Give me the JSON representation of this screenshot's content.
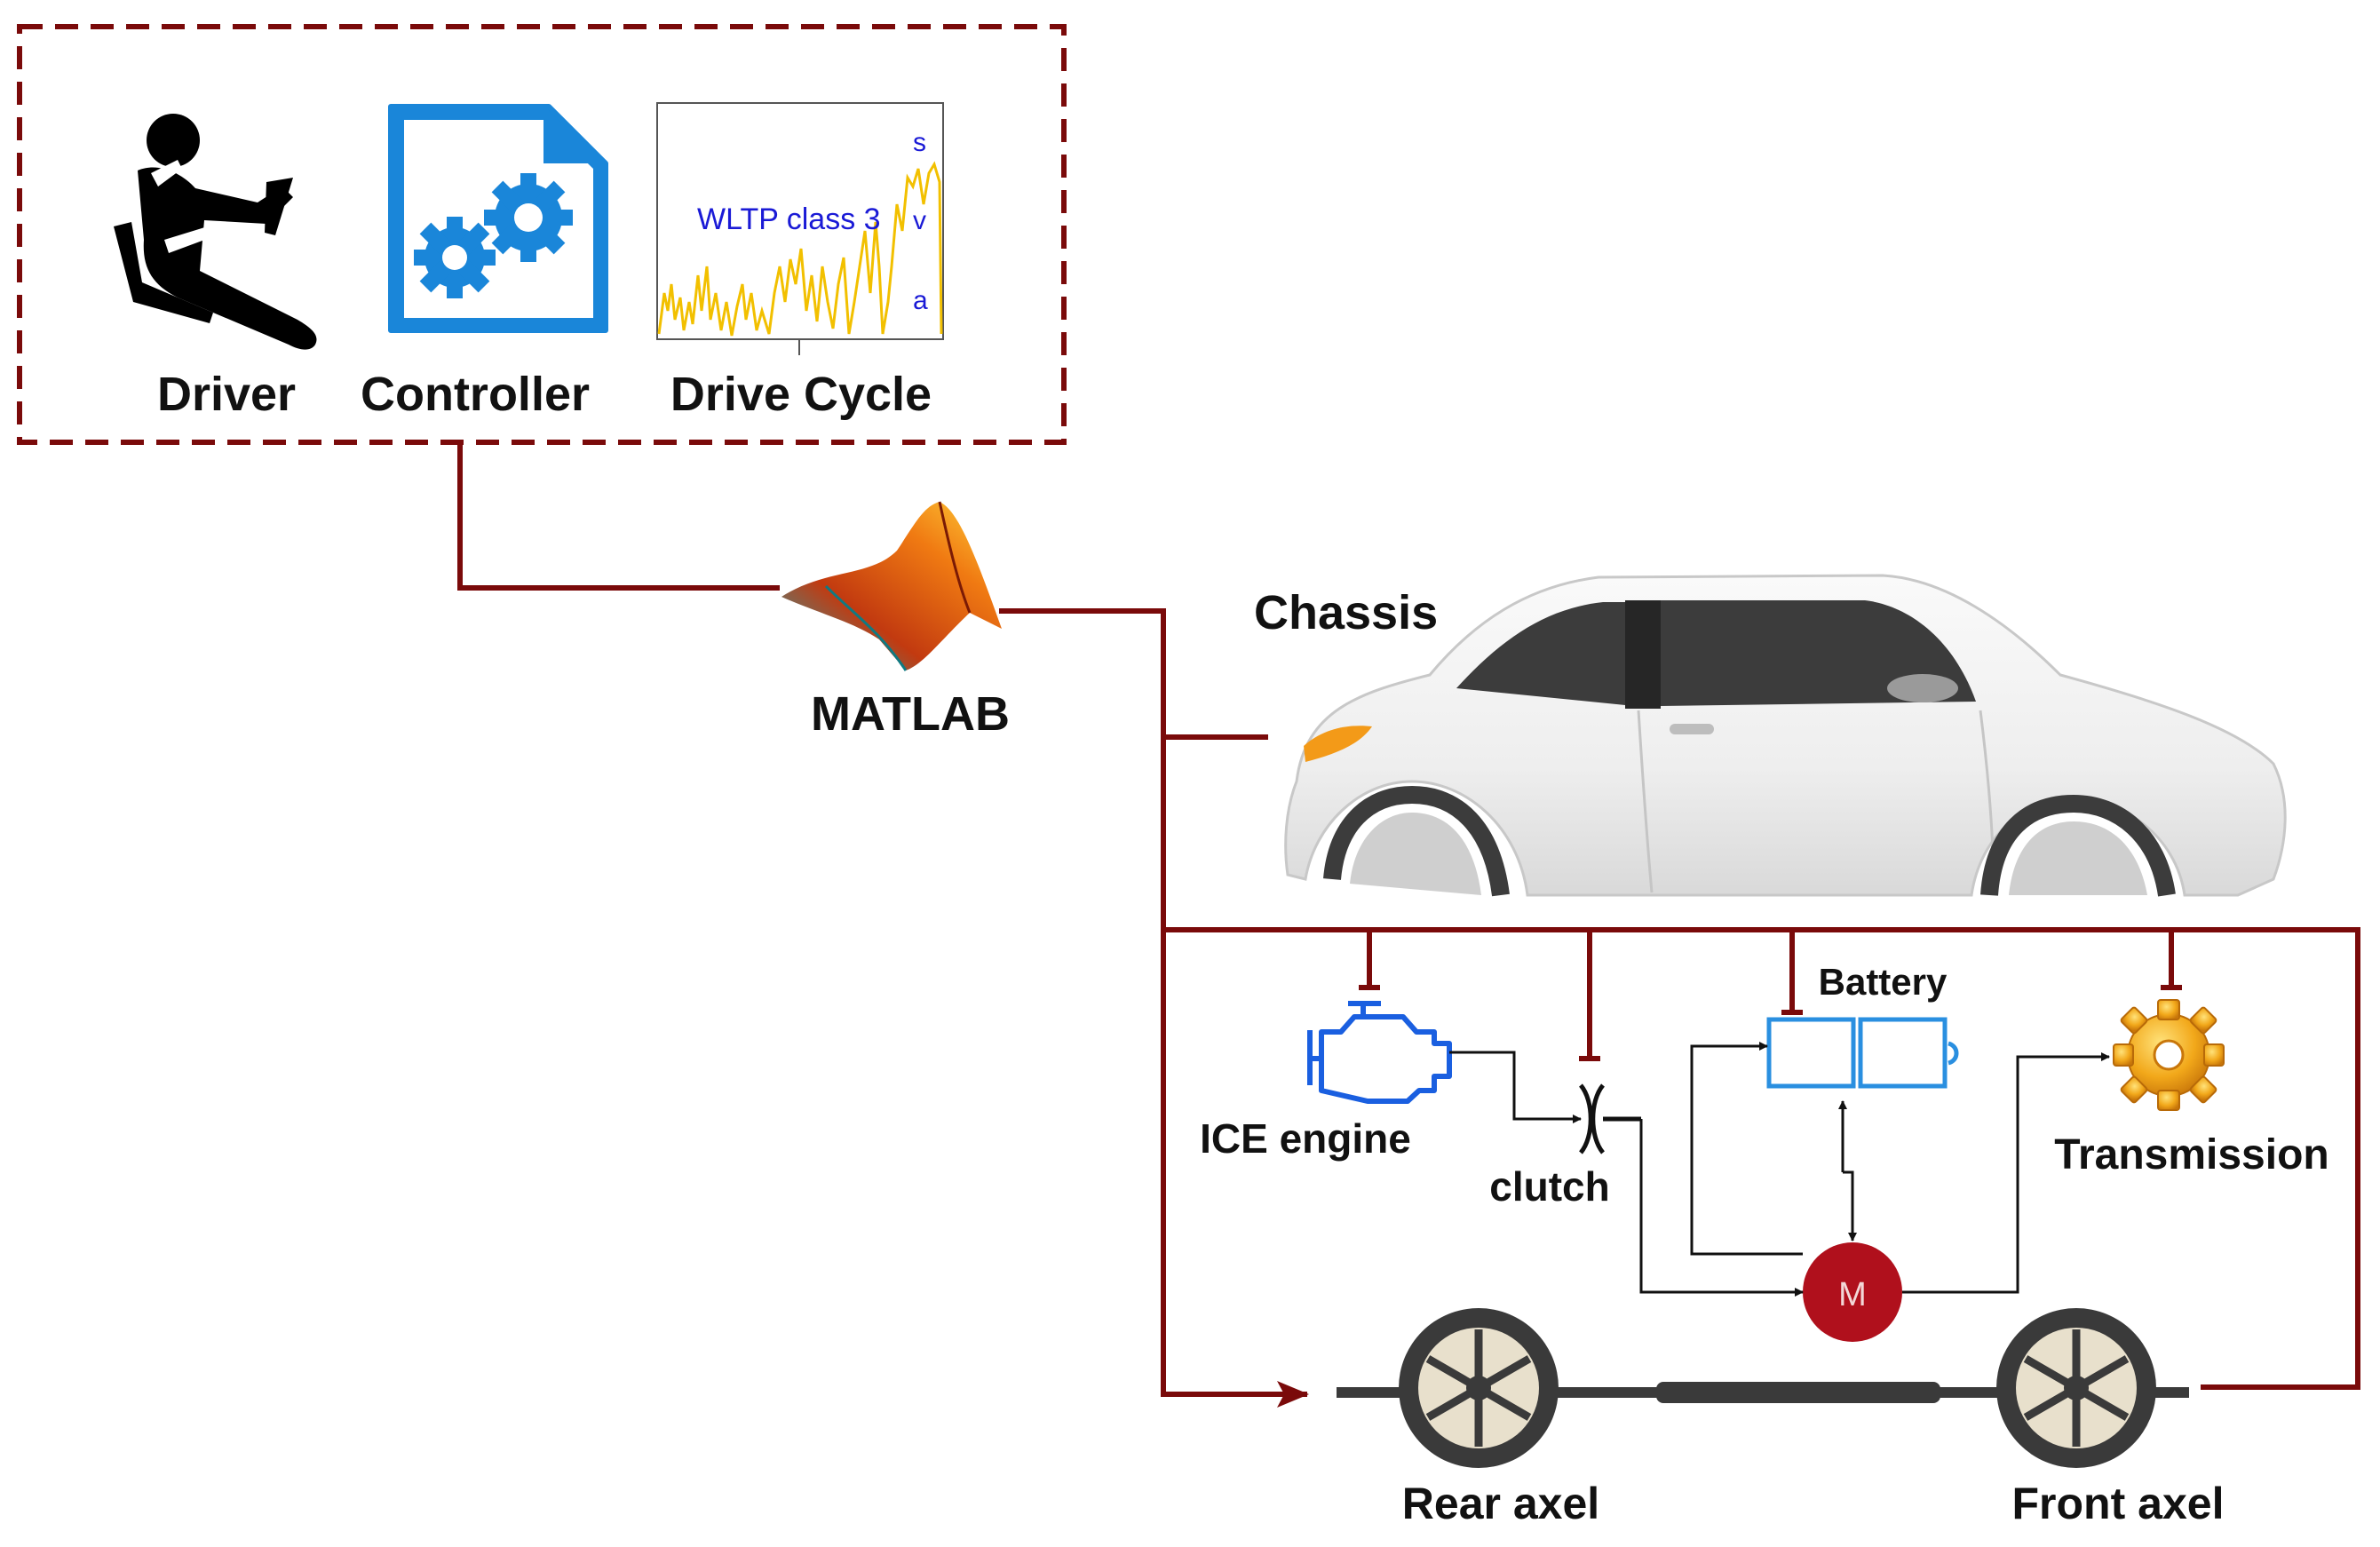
{
  "labels": {
    "driver": "Driver",
    "controller": "Controller",
    "drive_cycle": "Drive Cycle",
    "matlab": "MATLAB",
    "chassis": "Chassis",
    "battery": "Battery",
    "ice_engine": "ICE engine",
    "clutch": "clutch",
    "transmission": "Transmission",
    "motor": "M",
    "rear_axel": "Rear axel",
    "front_axel": "Front axel"
  },
  "drive_cycle_plot": {
    "title": "WLTP class 3",
    "signals": [
      "s",
      "v",
      "a"
    ],
    "trace_color": "#f2c000"
  },
  "colors": {
    "connector": "#7a0a0a",
    "controller_blue": "#1a86d9",
    "engine_blue": "#1a5fe0",
    "battery_blue": "#2a8fe0",
    "motor_red": "#b0101c",
    "drive_trace": "#f2c000",
    "text_blue": "#1a1ad6"
  },
  "icons": {
    "driver": "seated-driver-icon",
    "controller": "gear-document-icon",
    "matlab": "matlab-membrane-icon",
    "engine": "engine-icon",
    "clutch": "clutch-icon",
    "battery": "battery-icon",
    "transmission": "golden-gear-icon",
    "motor": "motor-icon",
    "wheel": "wheel-icon",
    "car": "car-chassis-icon"
  }
}
